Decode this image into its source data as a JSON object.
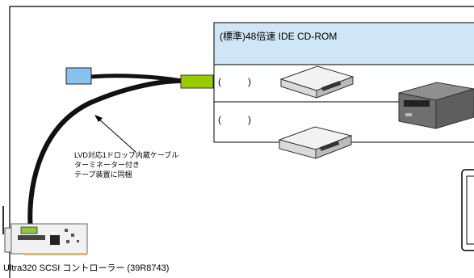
{
  "drive_bay": {
    "title": "(標準)48倍速 IDE CD-ROM",
    "slot1_open": "(",
    "slot1_close": ")",
    "slot2_open": "(",
    "slot2_close": ")"
  },
  "cable_note": {
    "line1": "LVD対応1ドロップ内蔵ケーブル",
    "line2": "ターミネーター付き",
    "line3": "テープ装置に同梱"
  },
  "controller_label": "Ultra320 SCSI コントローラー (39R8743)",
  "colors": {
    "bay_fill": "#cfe6f7",
    "connector_green": "#99cc00",
    "terminator_blue": "#88c0ee"
  }
}
